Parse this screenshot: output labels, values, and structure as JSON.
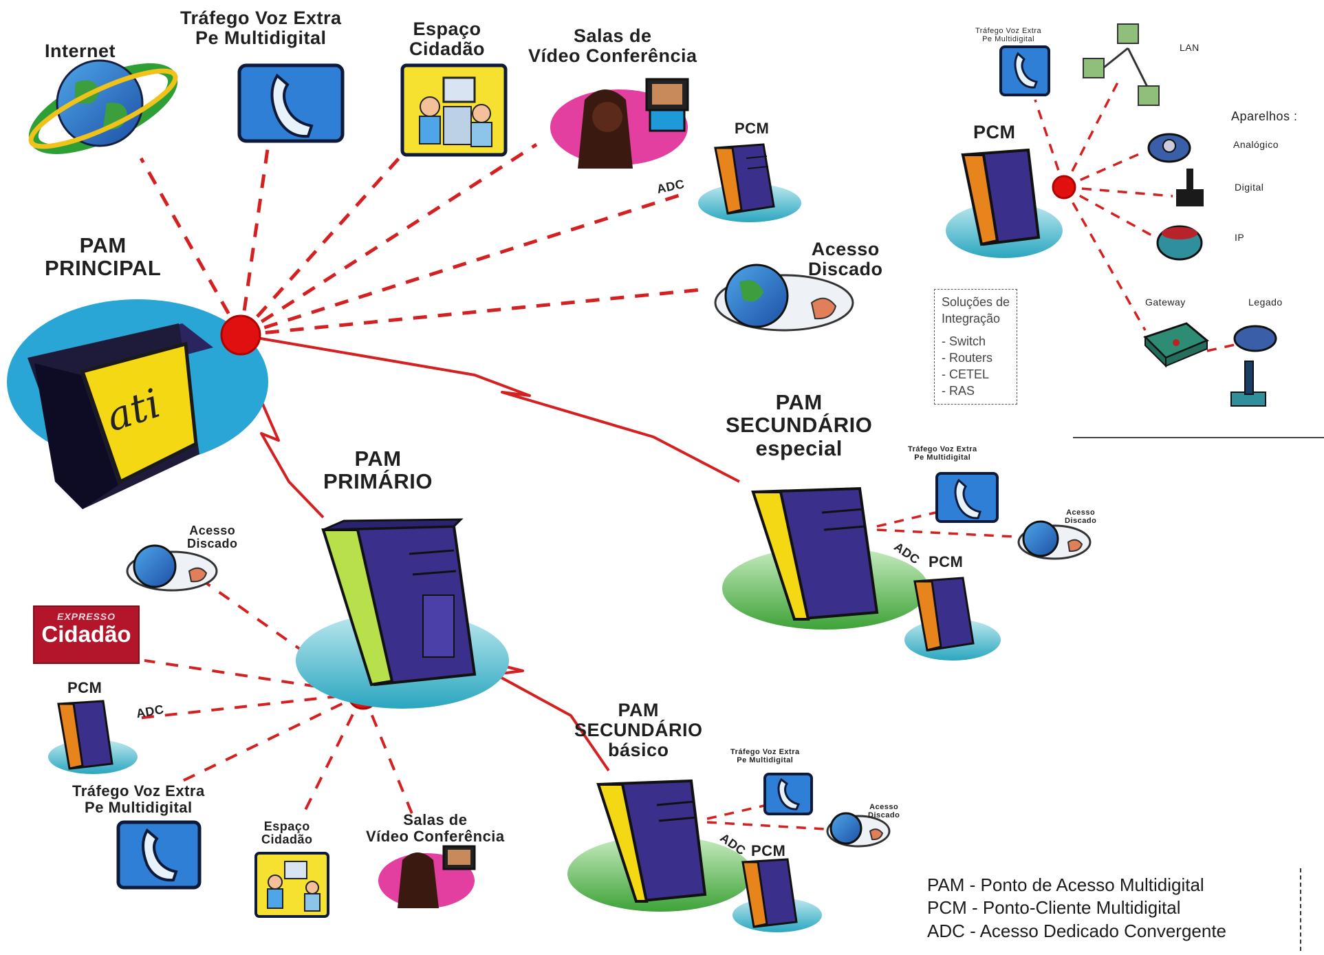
{
  "labels": {
    "internet": "Internet",
    "trafego_top": [
      "Tráfego Voz Extra",
      "Pe Multidigital"
    ],
    "espaco_top": [
      "Espaço",
      "Cidadão"
    ],
    "salas_top": [
      "Salas de",
      "Vídeo Conferência"
    ],
    "pcm_top": "PCM",
    "adc_top": "ADC",
    "acesso_top": [
      "Acesso",
      "Discado"
    ],
    "pam_principal": [
      "PAM",
      "PRINCIPAL"
    ],
    "ati": "ati",
    "pam_primario": [
      "PAM",
      "PRIMÁRIO"
    ],
    "pam_sec_especial": [
      "PAM",
      "SECUNDÁRIO",
      "especial"
    ],
    "pam_sec_basico": [
      "PAM",
      "SECUNDÁRIO",
      "básico"
    ],
    "acesso_left": [
      "Acesso",
      "Discado"
    ],
    "expresso_top": "EXPRESSO",
    "expresso_main": "Cidadão",
    "pcm_left": "PCM",
    "adc_left": "ADC",
    "trafego_bl": [
      "Tráfego Voz Extra",
      "Pe Multidigital"
    ],
    "espaco_bl": [
      "Espaço",
      "Cidadão"
    ],
    "salas_bl": [
      "Salas de",
      "Vídeo Conferência"
    ],
    "trafego_se": [
      "Tráfego Voz Extra",
      "Pe Multidigital"
    ],
    "acesso_se": [
      "Acesso",
      "Discado"
    ],
    "adc_se": "ADC",
    "pcm_se": "PCM",
    "trafego_sb": [
      "Tráfego Voz Extra",
      "Pe Multidigital"
    ],
    "acesso_sb": [
      "Acesso",
      "Discado"
    ],
    "adc_sb": "ADC",
    "pcm_sb": "PCM"
  },
  "inset": {
    "trafego": [
      "Tráfego Voz Extra",
      "Pe Multidigital"
    ],
    "lan": "LAN",
    "pcm": "PCM",
    "aparelhos": "Aparelhos :",
    "analogico": "Analógico",
    "digital": "Digital",
    "ip": "IP",
    "gateway": "Gateway",
    "legado": "Legado",
    "solucoes_title": [
      "Soluções de",
      "Integração"
    ],
    "solucoes_items": [
      "- Switch",
      "- Routers",
      "- CETEL",
      "- RAS"
    ]
  },
  "legend": [
    "PAM - Ponto de Acesso Multidigital",
    "PCM - Ponto-Cliente Multidigital",
    "ADC - Acesso Dedicado Convergente"
  ],
  "colors": {
    "link_red": "#d42020",
    "hub_red": "#e01010",
    "server_purple": "#3b2f8c",
    "server_yellow": "#f5d814",
    "server_orange": "#e8841c",
    "server_lime": "#b8e04a",
    "base_cyan": "#3fb6c9",
    "base_green": "#58b848",
    "phone_blue": "#2f7fd6"
  }
}
